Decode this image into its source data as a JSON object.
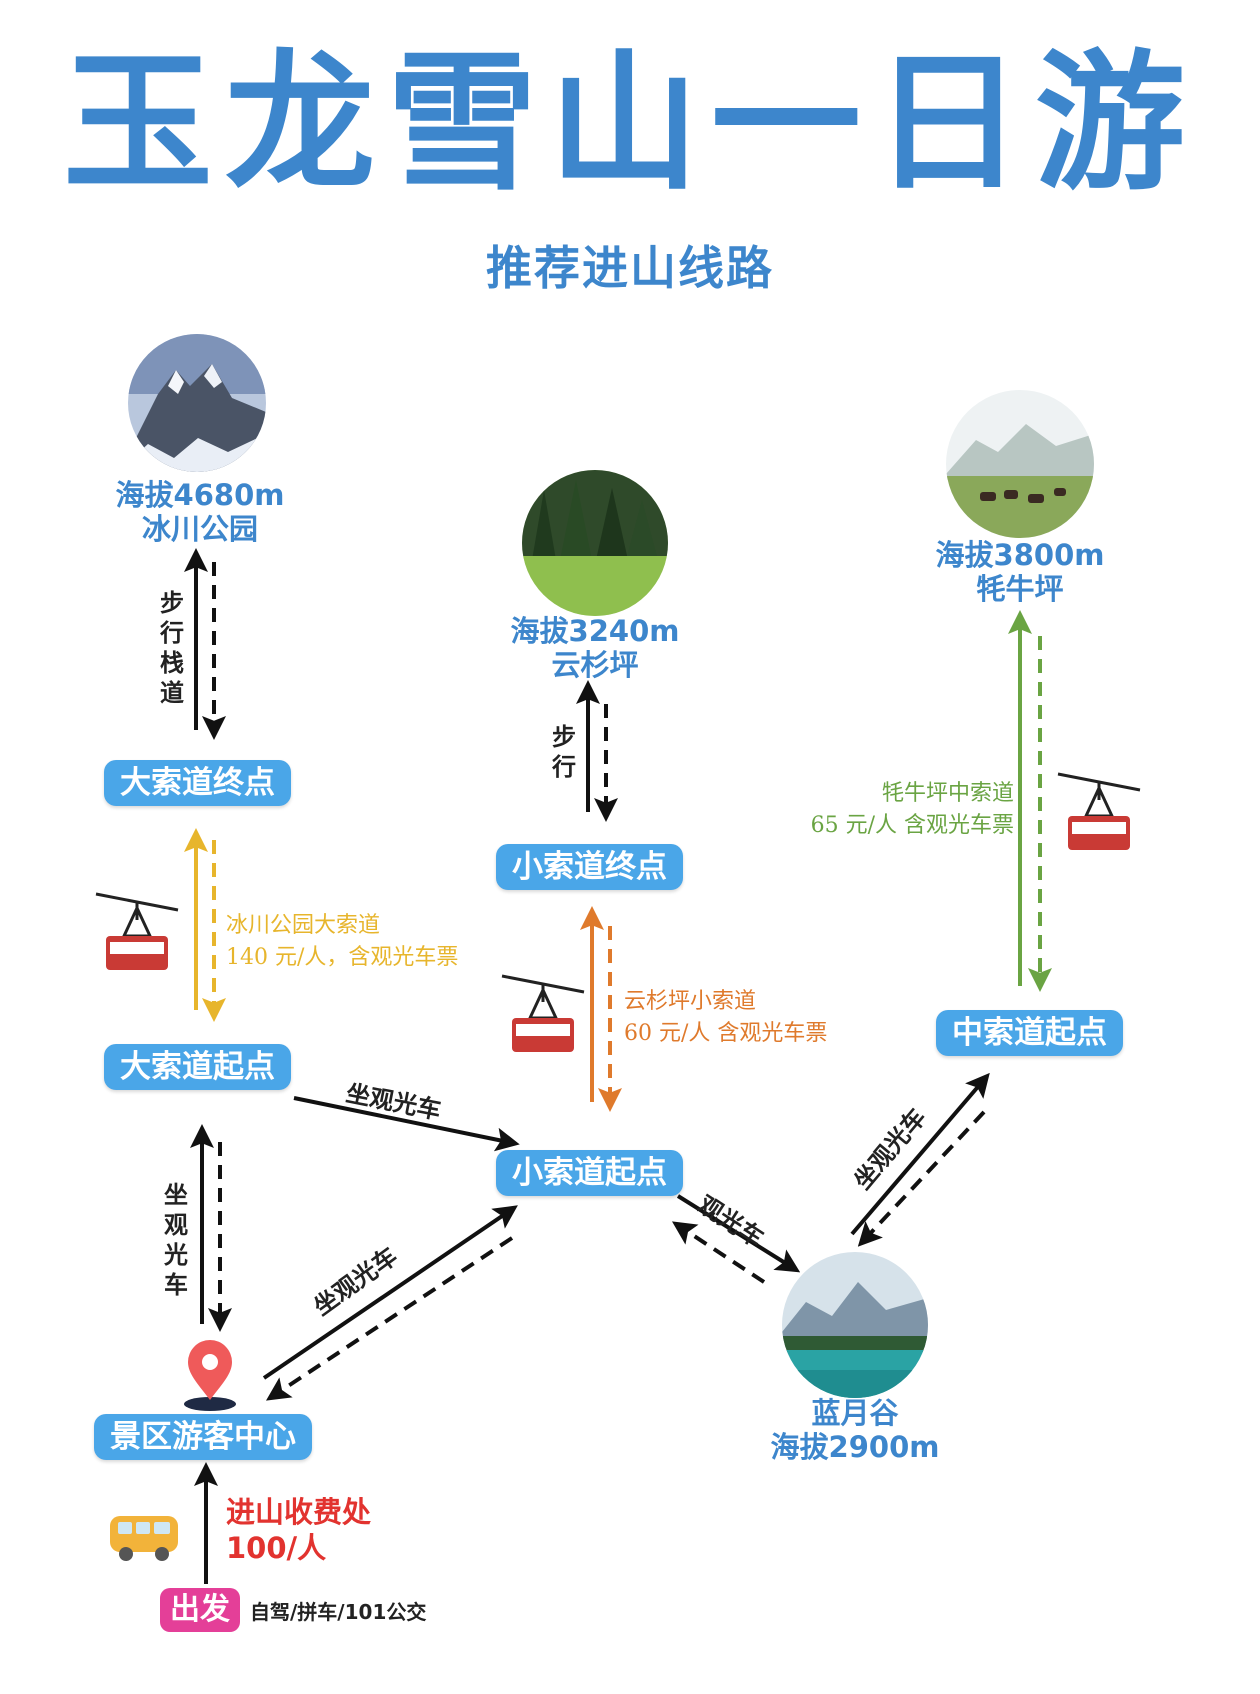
{
  "title": "玉龙雪山一日游",
  "subtitle": "推荐进山线路",
  "stations": {
    "big_end": "大索道终点",
    "big_start": "大索道起点",
    "small_end": "小索道终点",
    "small_start": "小索道起点",
    "mid_start": "中索道起点",
    "visitor_center": "景区游客中心"
  },
  "spots": {
    "glacier": {
      "line1": "海拔4680m",
      "line2": "冰川公园"
    },
    "yunshan": {
      "line1": "海拔3240m",
      "line2": "云杉坪"
    },
    "maoniu": {
      "line1": "海拔3800m",
      "line2": "牦牛坪"
    },
    "lanyue": {
      "line1": "蓝月谷",
      "line2": "海拔2900m"
    }
  },
  "links": {
    "walk_plank": "步行栈道",
    "walk": "步行",
    "bus_big_small": "坐观光车",
    "bus_center_small": "坐观光车",
    "bus_center_big": "坐观光车",
    "bus_small_lanyue": "观光车",
    "bus_lanyue_mid": "坐观光车"
  },
  "cableways": {
    "big": {
      "line1": "冰川公园大索道",
      "line2": "140 元/人，含观光车票",
      "color": "#e7b52c"
    },
    "small": {
      "line1": "云杉坪小索道",
      "line2": "60 元/人  含观光车票",
      "color": "#df7a2c"
    },
    "mid": {
      "line1": "牦牛坪中索道",
      "line2": "65 元/人  含观光车票",
      "color": "#6aa443"
    }
  },
  "entry": {
    "fee_line1": "进山收费处",
    "fee_line2": "100/人",
    "start": "出发",
    "start_note": "自驾/拼车/101公交"
  },
  "icons": [
    "location-pin-icon",
    "cable-car-icon",
    "bus-icon"
  ],
  "colors": {
    "accent": "#3d86cc",
    "pill": "#4aa6e8",
    "start": "#e43f98",
    "fee": "#e2332f"
  }
}
